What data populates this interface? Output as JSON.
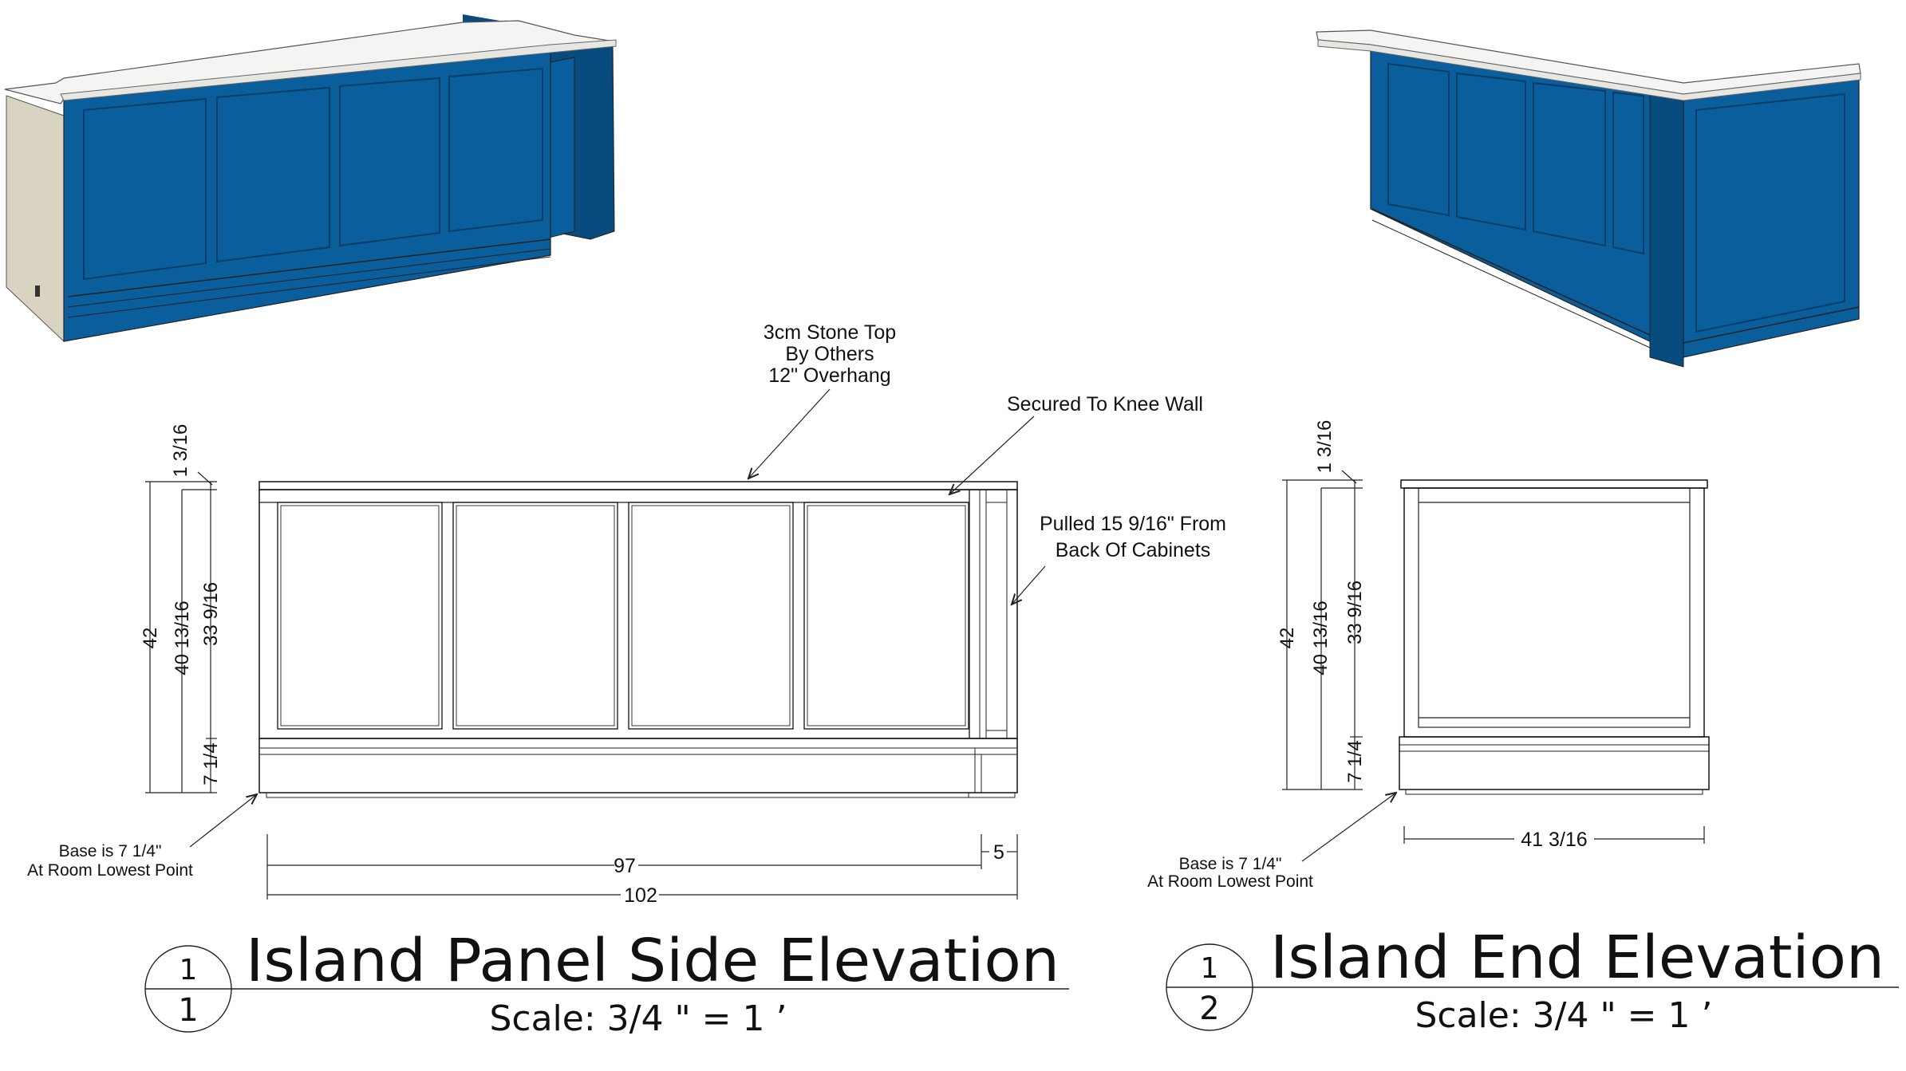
{
  "colors": {
    "cabinet_blue": "#0a5e9c",
    "cabinet_blue_dark": "#084b7e",
    "stone_top": "#f4f4f2",
    "side_panel": "#d9d3c2",
    "line": "#222222"
  },
  "callouts": {
    "stone_top": [
      "3cm Stone Top",
      "By Others",
      "12\" Overhang"
    ],
    "knee_wall": "Secured To Knee Wall",
    "pulled": [
      "Pulled 15 9/16\" From",
      "Back Of Cabinets"
    ],
    "base_side": [
      "Base is 7 1/4\"",
      "At Room Lowest Point"
    ],
    "base_end": [
      "Base is 7 1/4\"",
      "At Room Lowest Point"
    ]
  },
  "side_dims": {
    "top": "1 3/16",
    "overall": "42",
    "inner": "40 13/16",
    "panel": "33 9/16",
    "base": "7 1/4",
    "width_main": "97",
    "width_end": "5",
    "width_total": "102"
  },
  "end_dims": {
    "top": "1 3/16",
    "overall": "42",
    "inner": "40 13/16",
    "panel": "33 9/16",
    "base": "7 1/4",
    "width": "41 3/16"
  },
  "titles": {
    "side": {
      "number_top": "1",
      "number_bottom": "1",
      "name": "Island Panel Side Elevation",
      "scale": "Scale: 3/4 \" = 1 ’"
    },
    "end": {
      "number_top": "1",
      "number_bottom": "2",
      "name": "Island End Elevation",
      "scale": "Scale: 3/4 \" = 1 ’"
    }
  }
}
